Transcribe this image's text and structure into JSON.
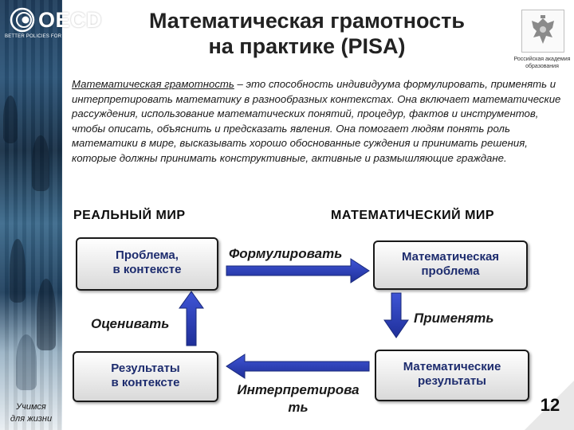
{
  "logo": {
    "name": "OECD",
    "subtitle": "BETTER POLICIES FOR BETTER LIVES"
  },
  "title": {
    "line1": "Математическая грамотность",
    "line2": "на практике (PISA)"
  },
  "emblem_caption": "Российская академия образования",
  "definition": {
    "term": "Математическая грамотность",
    "text": " – это способность индивидуума формулировать, применять и интерпретировать математику в разнообразных контекстах. Она включает математические рассуждения, использование математических понятий, процедур, фактов и инструментов, чтобы описать, объяснить и предсказать явления. Она помогает людям понять роль математики в мире, высказывать хорошо обоснованные суждения и принимать решения, которые должны принимать конструктивные, активные и размышляющие граждане."
  },
  "real_world_heading": "РЕАЛЬНЫЙ МИР",
  "math_world_heading": "МАТЕМАТИЧЕСКИЙ МИР",
  "boxes": {
    "problem_context": "Проблема,\nв контексте",
    "math_problem": "Математическая\nпроблема",
    "results_context": "Результаты\nв контексте",
    "math_results": "Математические\nрезультаты"
  },
  "steps": {
    "formulate": "Формулировать",
    "apply": "Применять",
    "interpret": "Интерпретирова\nть",
    "evaluate": "Оценивать"
  },
  "sidebar_tagline": "Учимся\nдля жизни",
  "page_number": "12",
  "colors": {
    "arrow_blue": "#2b3fb3",
    "box_text": "#1d2c6e"
  }
}
